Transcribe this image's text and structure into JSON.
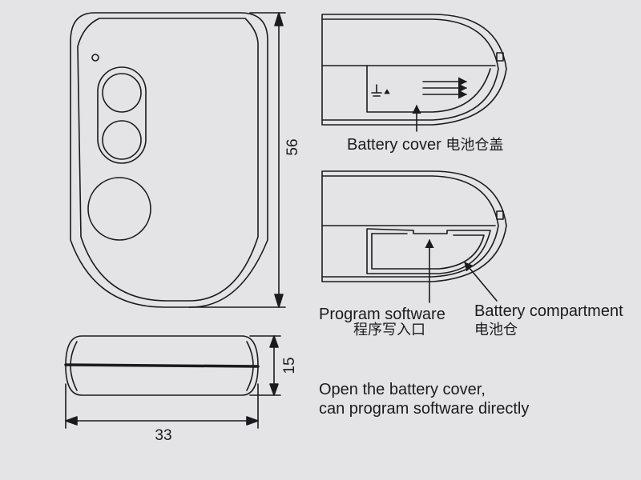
{
  "labels": {
    "battery_cover_en": "Battery cover",
    "battery_cover_cn": "电池仓盖",
    "program_software_en": "Program software",
    "program_software_cn": "程序写入口",
    "battery_compartment_en": "Battery compartment",
    "battery_compartment_cn": "电池仓",
    "instruction_line1": "Open the battery cover,",
    "instruction_line2": "can program software directly"
  },
  "dimensions": {
    "height": "56",
    "thickness": "15",
    "width": "33"
  },
  "colors": {
    "background": "#e4e3e6",
    "line": "#1b1b1f"
  }
}
